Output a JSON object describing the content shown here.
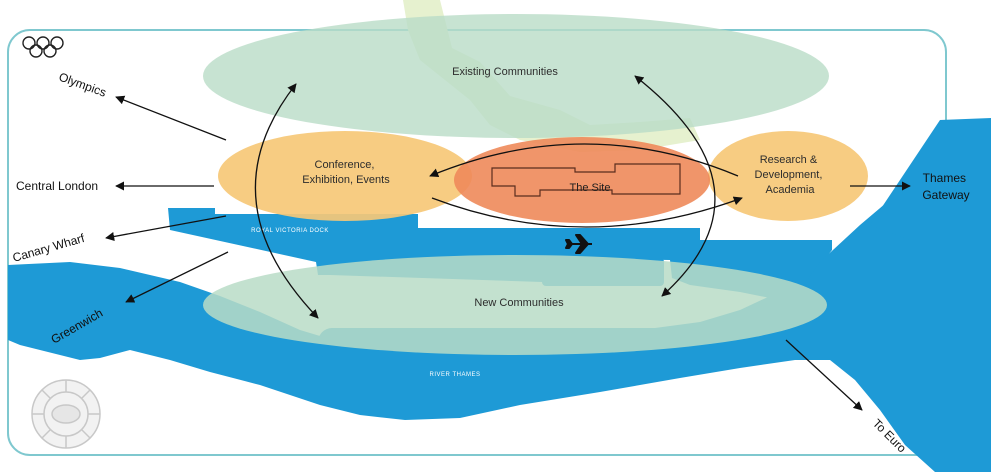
{
  "zones": {
    "existing_communities": "Existing Communities",
    "new_communities": "New Communities",
    "conference": [
      "Conference,",
      "Exhibition, Events"
    ],
    "research": [
      "Research &",
      "Development,",
      "Academia"
    ],
    "site": "The Site"
  },
  "water_labels": {
    "royal_victoria_dock": "ROYAL VICTORIA DOCK",
    "river_thames": "RIVER THAMES"
  },
  "destinations": {
    "olympics": "Olympics",
    "central_london": "Central London",
    "canary_wharf": "Canary Wharf",
    "greenwich": "Greenwich",
    "thames_gateway": [
      "Thames",
      "Gateway"
    ],
    "to_europe": "To Euro"
  },
  "icons": {
    "olympic_rings": "olympic-rings-icon",
    "airplane": "airplane-icon",
    "stadium": "stadium-icon"
  },
  "colors": {
    "water": "#1e9ad6",
    "community_zone": "#b9dcc7",
    "conference_zone": "#f6c877",
    "site_zone": "#ee8a5a",
    "frame": "#7fc8cf"
  }
}
